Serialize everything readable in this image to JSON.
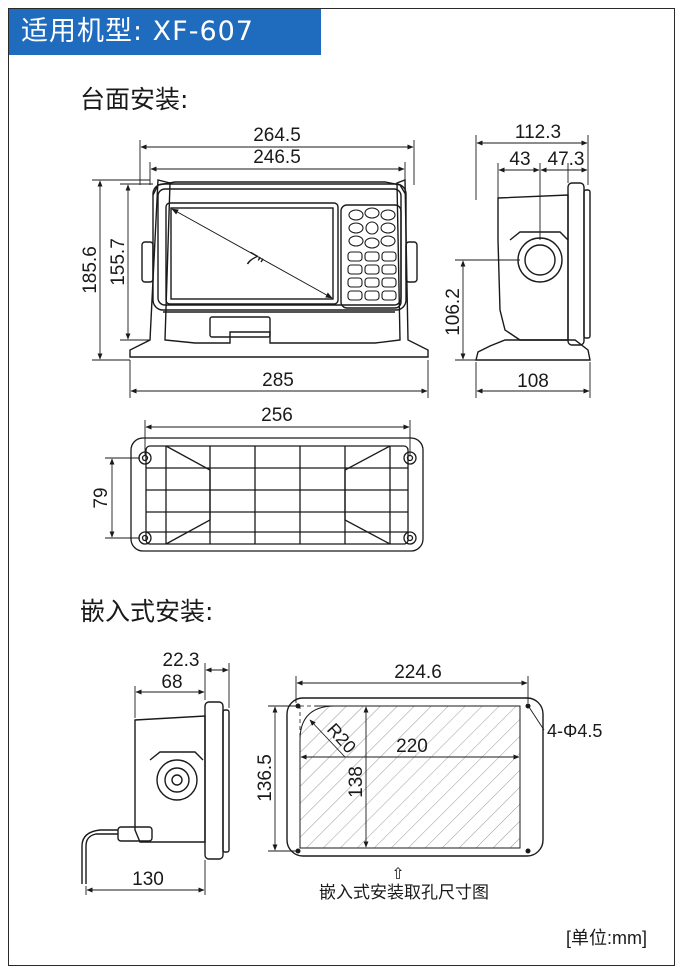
{
  "header": {
    "title": "适用机型: XF-607"
  },
  "sections": {
    "desk_mount": "台面安装:",
    "flush_mount": "嵌入式安装:"
  },
  "dimensions": {
    "front_width_outer": "264.5",
    "front_width_inner": "246.5",
    "front_height_total": "185.6",
    "front_height_body": "155.7",
    "screen_diagonal": "7\"",
    "base_width": "285",
    "side_depth_total": "112.3",
    "side_offset_a": "43",
    "side_offset_b": "47.3",
    "side_pivot_height": "106.2",
    "side_base_depth": "108",
    "bracket_hole_spacing_w": "256",
    "bracket_hole_spacing_h": "79",
    "flush_depth_front": "22.3",
    "flush_depth_a": "68",
    "flush_cable": "130",
    "cutout_outer_width": "224.6",
    "cutout_inner_width": "220",
    "cutout_outer_height": "136.5",
    "cutout_inner_height": "138",
    "cutout_radius": "R20",
    "cutout_holes": "4-Φ4.5"
  },
  "cutout_caption": "嵌入式安装取孔尺寸图",
  "cutout_arrow": "⇧",
  "units_label": "[单位:mm]"
}
